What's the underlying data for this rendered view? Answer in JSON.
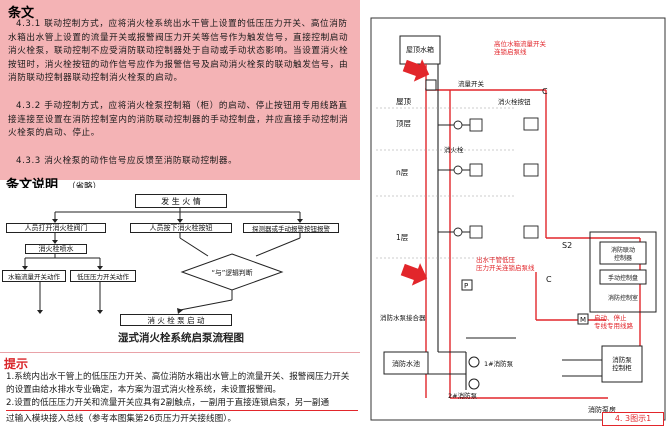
{
  "clause": {
    "title": "条文",
    "p1": "4.3.1  联动控制方式，应将消火栓系统出水干管上设置的低压压力开关、高位消防水箱出水管上设置的流量开关或报警阀压力开关等信号作为触发信号，直接控制启动消火栓泵，联动控制不应受消防联动控制器处于自动或手动状态影响。当设置消火栓按钮时，消火栓按钮的动作信号应作为报警信号及启动消火栓泵的联动触发信号，由消防联动控制器联动控制消火栓泵的启动。",
    "p2": "4.3.2  手动控制方式，应将消火栓泵控制箱（柜）的启动、停止按钮用专用线路直接连接至设置在消防控制室内的消防联动控制器的手动控制盘，并应直接手动控制消火栓泵的启动、停止。",
    "p3": "4.3.3  消火栓泵的动作信号应反馈至消防联动控制器。"
  },
  "explanation": {
    "title": "条文说明",
    "note": "（省略）"
  },
  "flowchart": {
    "caption": "湿式消火栓系统启泵流程图",
    "nodes": {
      "fire": "发 生 火 情",
      "open_valve": "人员打开消火栓阀门",
      "press_button": "人员按下消火栓按钮",
      "detector": "探测器或手动报警按钮报警",
      "hydrant_spray": "消火栓喷水",
      "tank_flow": "水箱流量开关动作",
      "low_pressure": "低压压力开关动作",
      "and_logic": "“与”逻辑判断",
      "start_pump": "消 火 栓 泵 启 动"
    }
  },
  "tips": {
    "title": "提示",
    "t1": "1.系统内出水干管上的低压压力开关、高位消防水箱出水管上的流量开关、报警阀压力开关的设置由给水排水专业确定，本方案为湿式消火栓系统，未设置报警阀。",
    "t2_highlight": "2.设置的低压压力开关和流量开关应具有2副触点，一副用于直接连锁启泵，另一副通",
    "t3": "过输入模块接入总线（参考本图集第26页压力开关接线图）。"
  },
  "schematic": {
    "roof_tank": "屋顶水箱",
    "flow_switch": "流量开关",
    "flow_switch_note": "高位水箱流量开关\n连锁启泵线",
    "roof_floor": "屋顶",
    "top_floor": "顶层",
    "hydrant": "消火栓",
    "hydrant_button": "消火栓按钮",
    "n_floor": "n层",
    "first_floor": "1层",
    "low_pressure_note": "出水干管低压\n压力开关连锁启泵线",
    "pressure_label": "P",
    "c_label": "C",
    "s2_label": "S2",
    "m_label": "M",
    "fire_control_box": "消防联动\n控制器",
    "manual_panel": "手动控制盘",
    "fire_control_room": "消防控制室",
    "start_stop_note": "启动、停止\n专线专用线路",
    "adapter": "消防水泵接合器",
    "pool": "消防水池",
    "pump1": "1#消防泵",
    "pump2": "2#消防泵",
    "pump_control": "消防泵\n控制柜",
    "pump_room": "消防泵房",
    "figure_label": "4. 3图示1"
  }
}
